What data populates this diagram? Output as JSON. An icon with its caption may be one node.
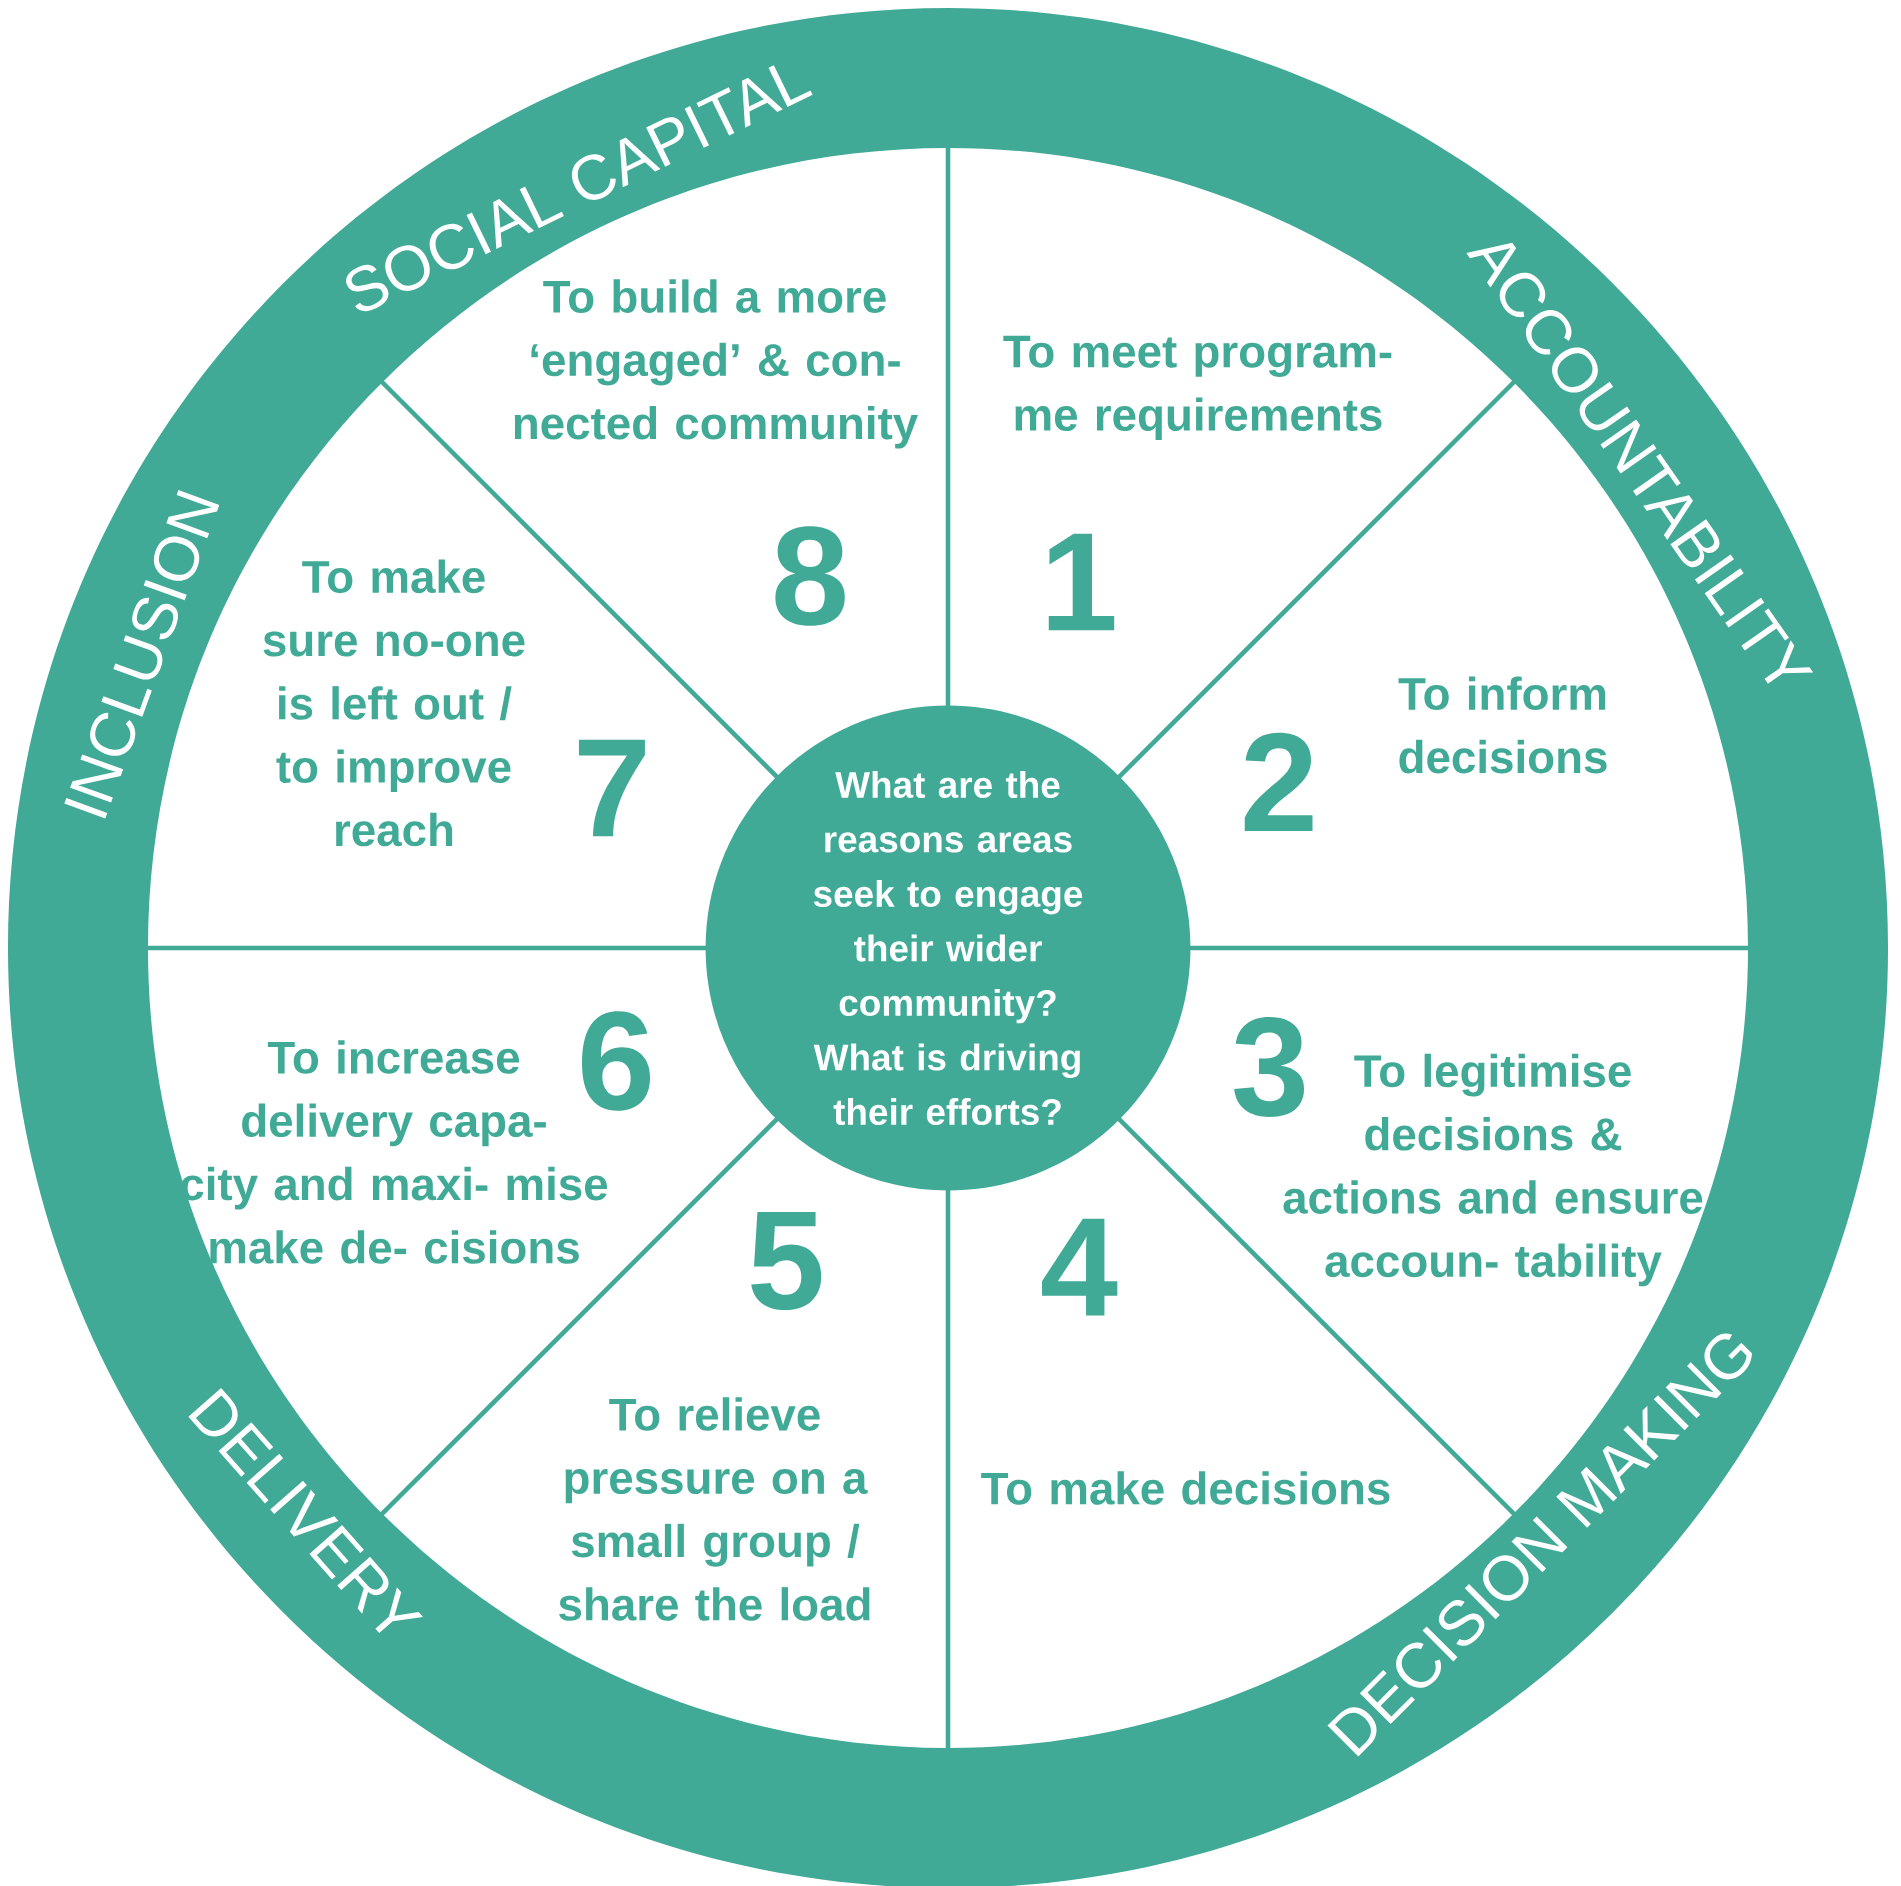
{
  "diagram": {
    "nodes": [
      {
        "text": [
          "What are the reasons areas seek to engage their wider community? What is driving their efforts?"
        ]
      },
      {
        "text": [
          "To meet program- me requirements",
          "1"
        ]
      },
      {
        "text": [
          "2",
          "To inform decisions"
        ]
      },
      {
        "text": [
          "3",
          "To legitimise decisions & actions and ensure accoun- tability"
        ]
      },
      {
        "text": [
          "4",
          "To make decisions"
        ]
      },
      {
        "text": [
          "5",
          "To relieve pressure on a small group / share the load"
        ]
      },
      {
        "text": [
          "To increase delivery capa- city and maxi- mise make de- cisions",
          "6"
        ]
      },
      {
        "text": [
          "To make sure no-one is left out / to improve reach",
          "7"
        ]
      },
      {
        "text": [
          "To build a more ‘engaged’ & con- nected community",
          "8"
        ]
      }
    ],
    "labels": [
      "SOCIAL CAPITAL",
      "ACCOUNTABILITY",
      "DECISION MAKING",
      "DELIVERY",
      "INCLUSION"
    ]
  }
}
